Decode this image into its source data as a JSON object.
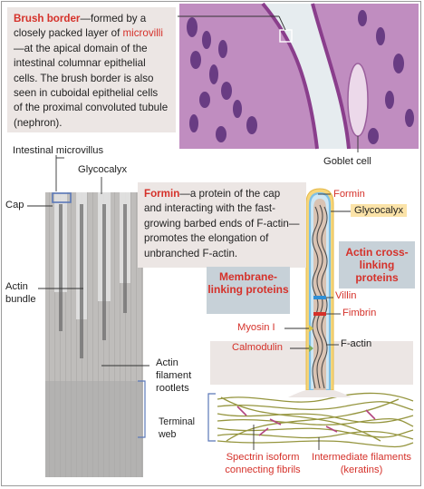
{
  "description": {
    "term": "Brush border",
    "text_a": "—formed by a closely packed layer of ",
    "term2": "microvilli",
    "text_b": "—at the apical domain of the intestinal columnar epithelial cells. The brush border is also seen in cuboidal epithelial cells of the proximal convoluted tubule (nephron)."
  },
  "formin_note": {
    "term": "Formin",
    "text": "—a protein of the cap and interacting with the fast-growing barbed ends of F-actin—promotes the elongation of unbranched F-actin."
  },
  "labels": {
    "goblet_cell": "Goblet cell",
    "intestinal_microvillus": "Intestinal microvillus",
    "glycocalyx_left": "Glycocalyx",
    "cap": "Cap",
    "actin_bundle": "Actin bundle",
    "actin_filament_rootlets": "Actin filament rootlets",
    "terminal_web": "Terminal web",
    "formin": "Formin",
    "glycocalyx_right": "Glycocalyx",
    "actin_crosslinking": "Actin cross-linking proteins",
    "membrane_linking": "Membrane-linking proteins",
    "villin": "Villin",
    "fimbrin": "Fimbrin",
    "myosin": "Myosin I",
    "calmodulin": "Calmodulin",
    "f_actin": "F-actin",
    "spectrin": "Spectrin isoform connecting fibrils",
    "intermediate": "Intermediate filaments (keratins)"
  },
  "colors": {
    "accent_red": "#d5312a",
    "box_beige": "#ece6e4",
    "box_blue_gray": "#c7d1d8",
    "glycocalyx_yellow": "#f7d67a",
    "membrane_blue": "#7ec0e6",
    "filament_olive": "#8a8a2a"
  }
}
